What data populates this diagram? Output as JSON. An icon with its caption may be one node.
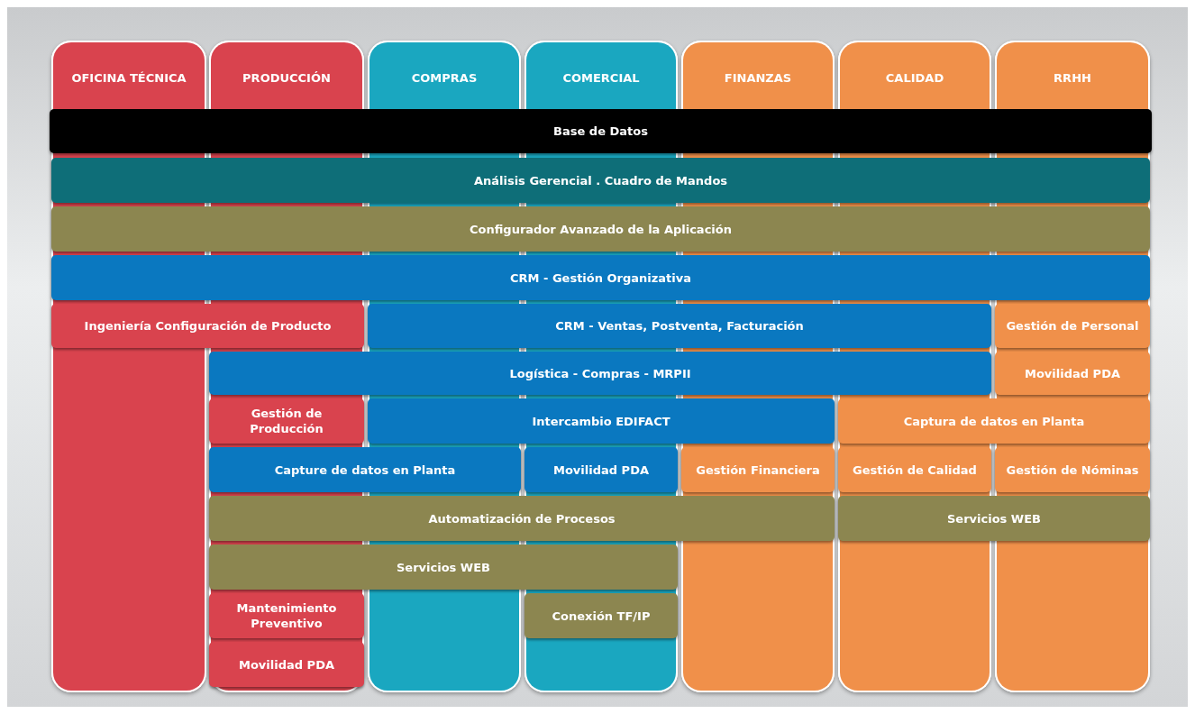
{
  "diagram": {
    "nodes": [
      {
        "text": [
          "OFICINA TÉCNICA"
        ]
      },
      {
        "text": [
          "PRODUCCIÓN"
        ]
      },
      {
        "text": [
          "COMPRAS"
        ]
      },
      {
        "text": [
          "COMERCIAL"
        ]
      },
      {
        "text": [
          "FINANZAS"
        ]
      },
      {
        "text": [
          "CALIDAD"
        ]
      },
      {
        "text": [
          "RRHH"
        ]
      },
      {
        "text": [
          "Base de Datos"
        ]
      },
      {
        "text": [
          "Análisis Gerencial . Cuadro de Mandos"
        ]
      },
      {
        "text": [
          "Configurador Avanzado de la Aplicación"
        ]
      },
      {
        "text": [
          "CRM - Gestión Organizativa"
        ]
      },
      {
        "text": [
          "Ingeniería Configuración de Producto"
        ]
      },
      {
        "text": [
          "CRM - Ventas, Postventa, Facturación"
        ]
      },
      {
        "text": [
          "Gestión de Personal"
        ]
      },
      {
        "text": [
          "Logística -  Compras - MRPII"
        ]
      },
      {
        "text": [
          "Movilidad PDA"
        ]
      },
      {
        "text": [
          "Gestión de Producción"
        ]
      },
      {
        "text": [
          "Intercambio EDIFACT"
        ]
      },
      {
        "text": [
          "Captura de datos en Planta"
        ]
      },
      {
        "text": [
          "Capture de datos en Planta"
        ]
      },
      {
        "text": [
          "Movilidad PDA"
        ]
      },
      {
        "text": [
          "Gestión Financiera"
        ]
      },
      {
        "text": [
          "Gestión de Calidad"
        ]
      },
      {
        "text": [
          "Gestión de Nóminas"
        ]
      },
      {
        "text": [
          "Automatización de Procesos"
        ]
      },
      {
        "text": [
          "Servicios WEB"
        ]
      },
      {
        "text": [
          "Servicios WEB"
        ]
      },
      {
        "text": [
          "Mantenimiento Preventivo"
        ]
      },
      {
        "text": [
          "Conexión TF/IP"
        ]
      },
      {
        "text": [
          "Movilidad PDA"
        ]
      }
    ]
  }
}
